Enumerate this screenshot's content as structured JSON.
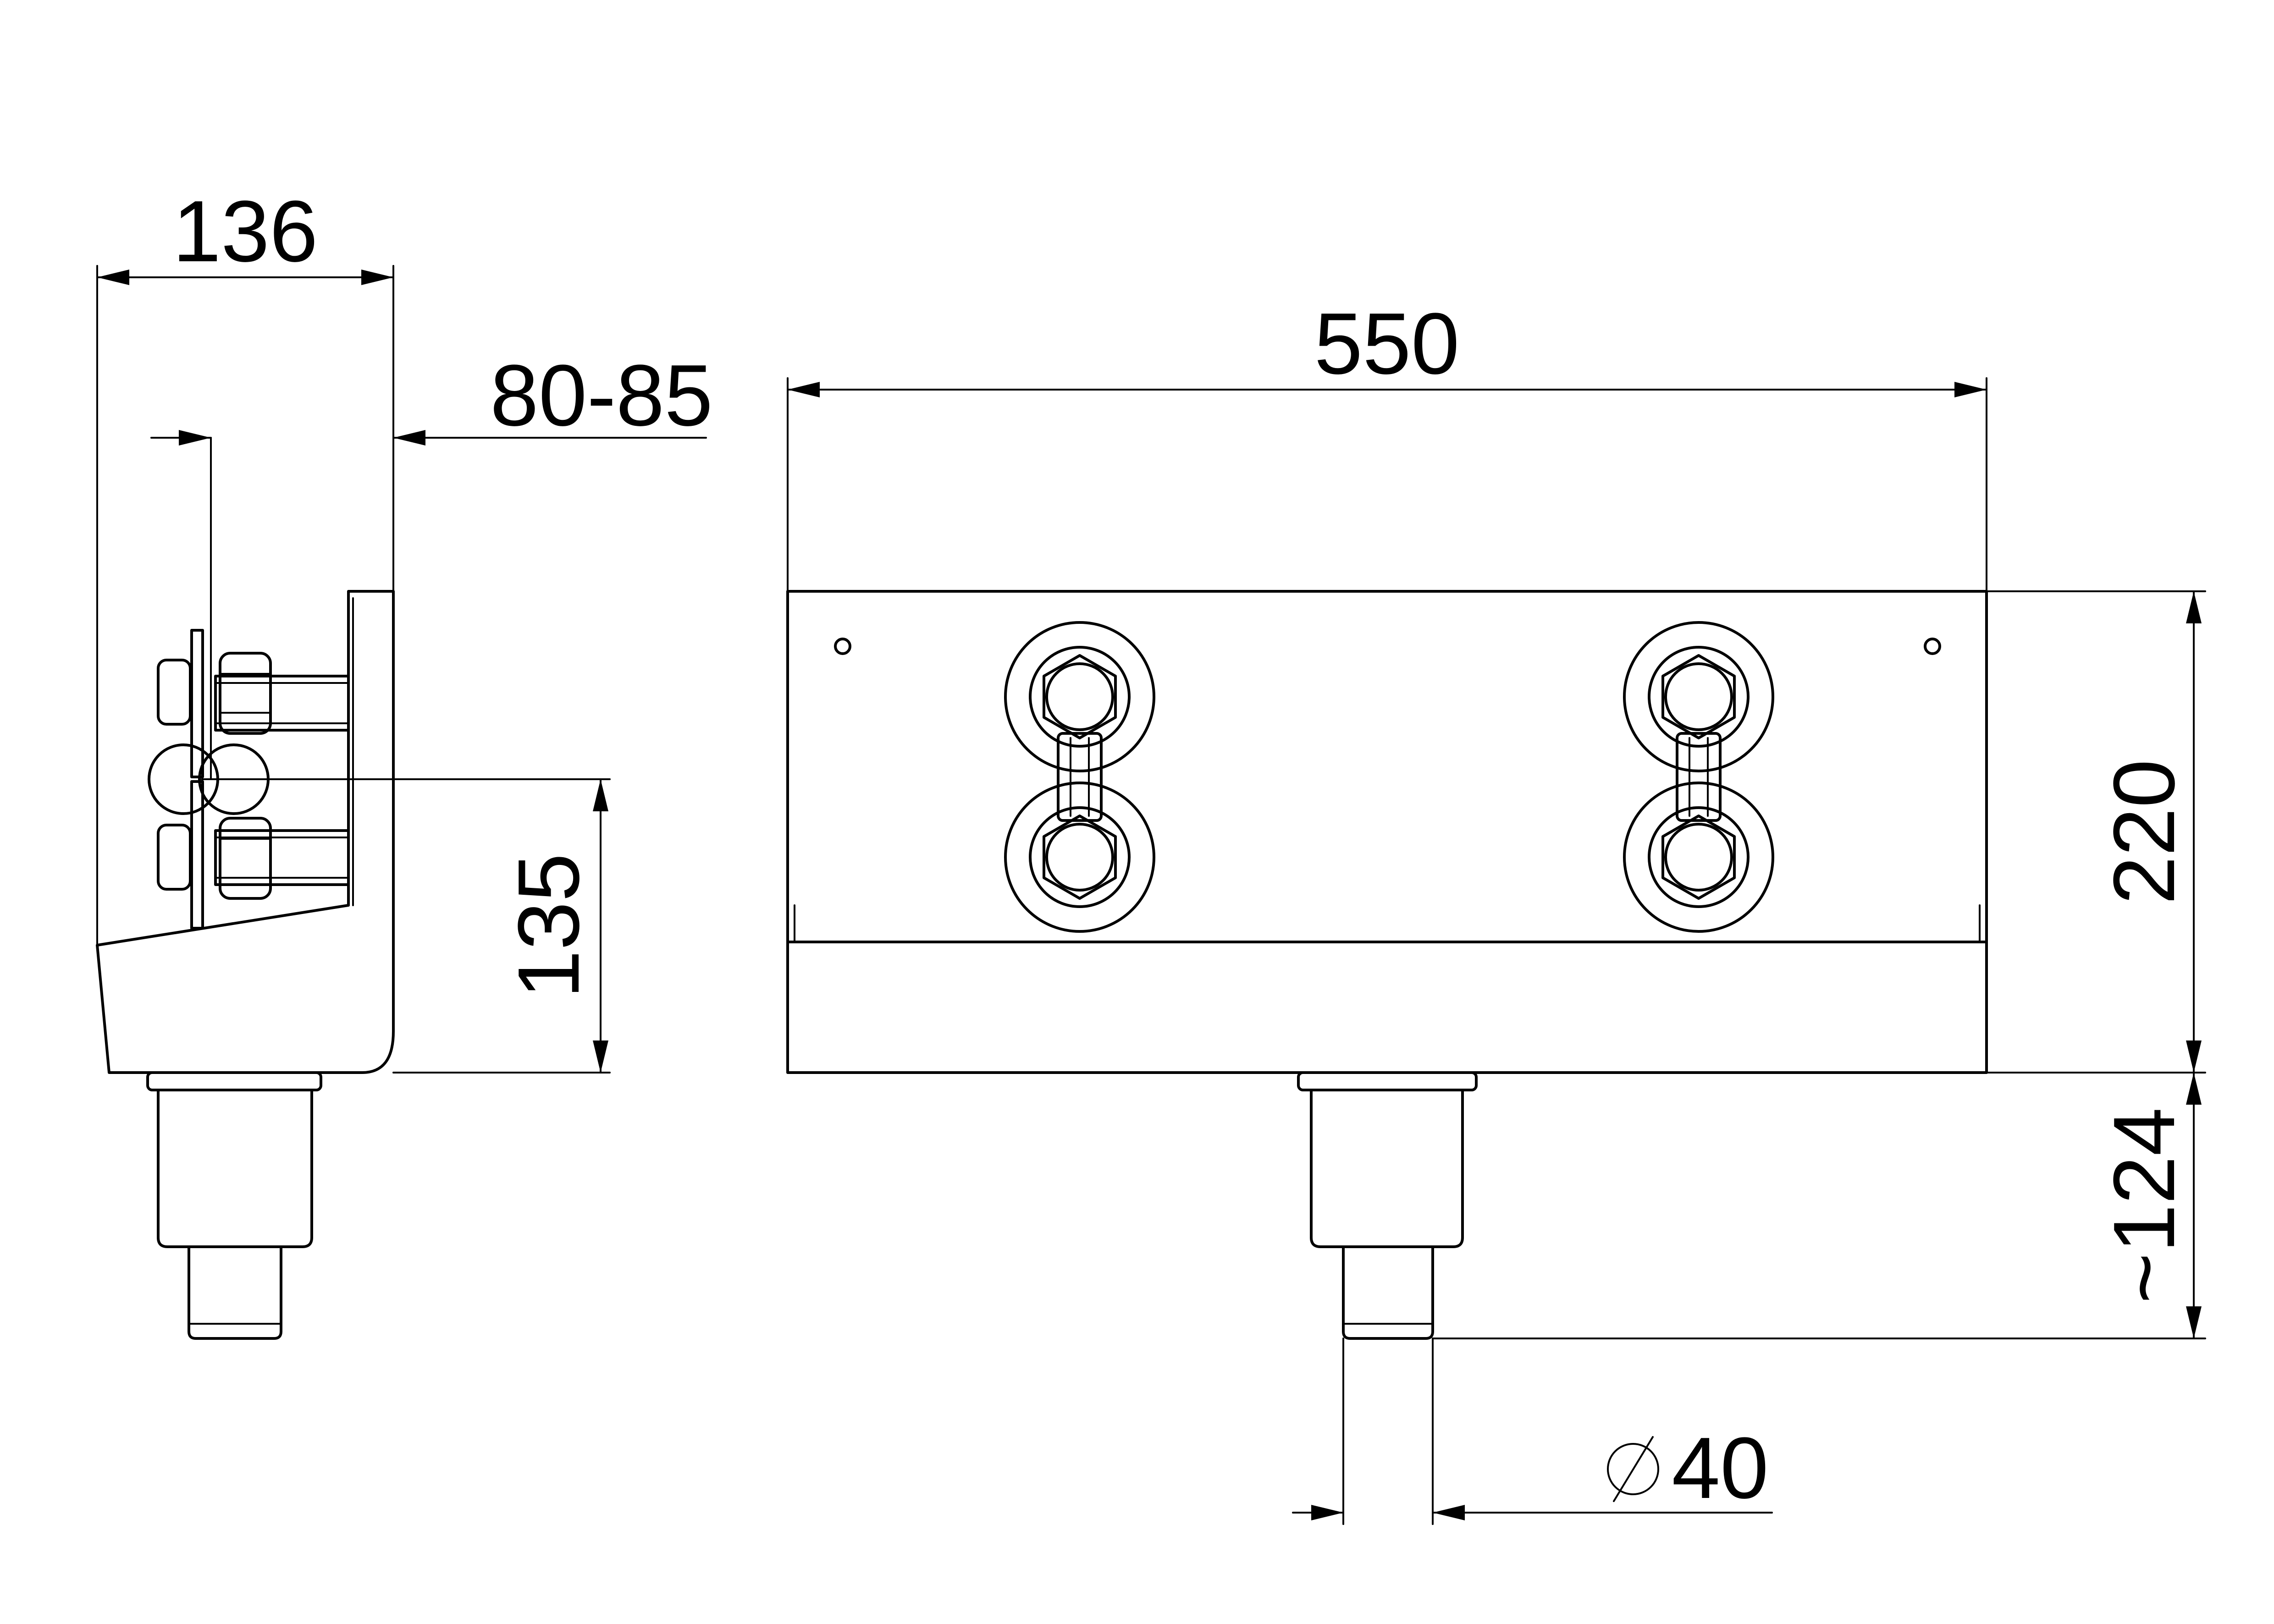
{
  "dimensions": {
    "side_width": "136",
    "side_offset": "80-85",
    "side_height": "135",
    "front_width": "550",
    "front_height": "220",
    "tail_length": "~124",
    "diameter": "40",
    "diameter_symbol": "∅"
  }
}
